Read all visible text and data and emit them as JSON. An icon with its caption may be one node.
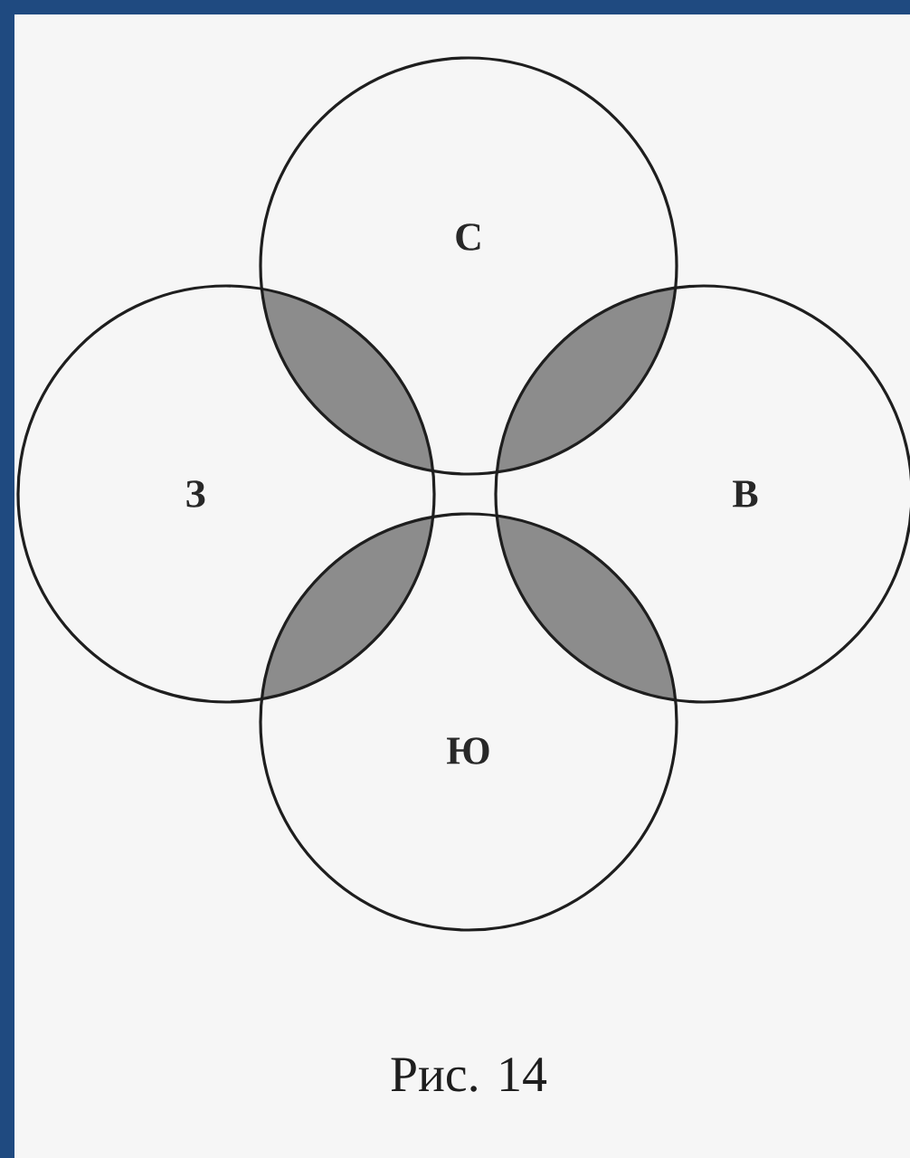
{
  "diagram": {
    "caption": "Рис. 14",
    "nodes": [
      {
        "text": [
          "С"
        ]
      },
      {
        "text": [
          "З"
        ]
      },
      {
        "text": [
          "В"
        ]
      },
      {
        "text": [
          "Ю"
        ]
      }
    ]
  }
}
